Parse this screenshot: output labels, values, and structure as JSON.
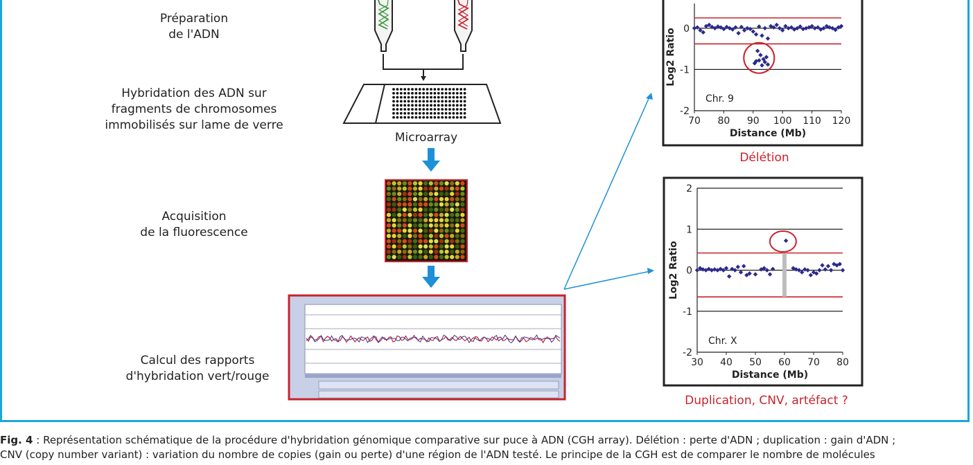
{
  "steps": {
    "s1_line1": "Préparation",
    "s1_line2": "de l'ADN",
    "s2_line1": "Hybridation des ADN sur",
    "s2_line2": "fragments de chromosomes",
    "s2_line3": "immobilisés sur lame de verre",
    "s3_line1": "Acquisition",
    "s3_line2": "de la fluorescence",
    "s4_line1": "Calcul des rapports",
    "s4_line2": "d'hybridation vert/rouge"
  },
  "microarray_label": "Microarray",
  "colors": {
    "frame": "#1aa7dc",
    "arrow": "#1e90d8",
    "red": "#c8232c",
    "points": "#2b2a8c",
    "green": "#3a9a3a"
  },
  "chart_data": [
    {
      "type": "scatter",
      "annotation": "Chr. 9",
      "xlabel": "Distance (Mb)",
      "ylabel": "Log2 Ratio",
      "xlim": [
        70,
        120
      ],
      "ylim": [
        -2,
        0.6
      ],
      "xticks": [
        70,
        80,
        90,
        100,
        110,
        120
      ],
      "yticks": [
        0,
        -1,
        -2
      ],
      "threshold_lines": [
        0.25,
        -0.38
      ],
      "caption": "Délétion",
      "x": [
        70,
        71,
        72,
        73,
        74,
        75,
        76,
        77,
        78,
        79,
        80,
        81,
        82,
        83,
        84,
        85,
        86,
        87,
        88,
        89,
        90,
        91,
        92,
        93,
        94,
        95,
        96,
        97,
        98,
        99,
        100,
        101,
        102,
        103,
        104,
        105,
        106,
        107,
        108,
        109,
        110,
        111,
        112,
        113,
        114,
        115,
        116,
        117,
        118,
        119,
        120,
        90.5,
        91,
        91.5,
        92,
        92.5,
        93,
        93.5,
        94,
        94.5,
        95
      ],
      "y": [
        0,
        0.02,
        -0.05,
        -0.1,
        0.05,
        0.08,
        0.03,
        0.0,
        0.04,
        0.02,
        -0.02,
        0.03,
        0.0,
        -0.03,
        0.02,
        -0.12,
        0.03,
        -0.05,
        0.0,
        -0.02,
        -0.08,
        -0.15,
        0.04,
        -0.18,
        0.0,
        -0.25,
        0.05,
        0.02,
        0.08,
        0.0,
        -0.05,
        0.05,
        0.0,
        0.02,
        -0.03,
        0.0,
        0.04,
        -0.02,
        0.0,
        0.02,
        0.05,
        0.0,
        0.02,
        -0.03,
        0.0,
        0.05,
        0.02,
        0.0,
        -0.04,
        0.02,
        0.05,
        -0.85,
        -0.8,
        -0.55,
        -0.78,
        -0.65,
        -0.9,
        -0.75,
        -0.82,
        -0.7,
        -0.88
      ]
    },
    {
      "type": "scatter",
      "annotation": "Chr. X",
      "xlabel": "Distance (Mb)",
      "ylabel": "Log2 Ratio",
      "xlim": [
        30,
        80
      ],
      "ylim": [
        -2,
        2
      ],
      "xticks": [
        30,
        40,
        50,
        60,
        70,
        80
      ],
      "yticks": [
        2,
        1,
        0,
        -1,
        -2
      ],
      "threshold_lines": [
        0.42,
        -0.65
      ],
      "caption": "Duplication, CNV, artéfact ?",
      "x": [
        30,
        31,
        32,
        33,
        34,
        35,
        36,
        37,
        38,
        39,
        40,
        41,
        42,
        43,
        44,
        45,
        46,
        47,
        48,
        50,
        52,
        53,
        54,
        55,
        56,
        60.5,
        63,
        64,
        65,
        66,
        67,
        68,
        69,
        70,
        71,
        72,
        73,
        74,
        75,
        76,
        77,
        78,
        79,
        80
      ],
      "y": [
        0.0,
        0.05,
        0.02,
        0.0,
        0.03,
        0.0,
        0.02,
        0.0,
        0.03,
        0.0,
        0.05,
        -0.15,
        0.03,
        0.0,
        0.08,
        -0.05,
        0.1,
        -0.12,
        -0.08,
        -0.1,
        0.02,
        0.05,
        0.0,
        -0.1,
        0.03,
        0.72,
        0.05,
        0.02,
        0.0,
        -0.05,
        0.02,
        0.0,
        -0.12,
        -0.05,
        -0.08,
        0.0,
        0.12,
        0.02,
        0.1,
        0.0,
        0.15,
        0.12,
        0.15,
        0.0
      ]
    }
  ],
  "caption": {
    "fig": "Fig. 4",
    "line1": " : Représentation schématique de la procédure d'hybridation génomique comparative sur puce à ADN (CGH array). Délétion : perte d'ADN ; duplication : gain d'ADN ;",
    "line2": "CNV (copy number variant) : variation du nombre de copies (gain ou perte) d'une région de l'ADN testé. Le principe de la CGH est de comparer le nombre de molécules"
  }
}
